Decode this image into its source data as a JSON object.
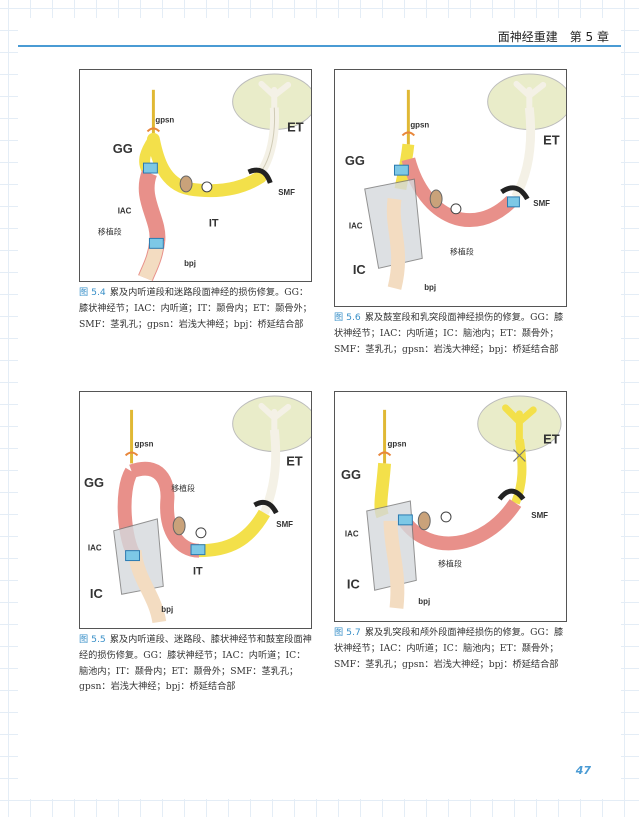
{
  "header": {
    "title": "面神经重建",
    "chapter": "第 5 章"
  },
  "page_number": "47",
  "figures": [
    {
      "id": "5.4",
      "caption_no": "图 5.4",
      "caption_text": "累及内听道段和迷路段面神经的损伤修复。GG：膝状神经节；IAC：内听道；IT：颞骨内；ET：颞骨外；SMF：茎乳孔；gpsn：岩浅大神经；bpj：桥延结合部",
      "labels": {
        "gpsn": "gpsn",
        "gg": "GG",
        "et": "ET",
        "smf": "SMF",
        "iac": "IAC",
        "graft": "移植段",
        "it": "IT",
        "bpj": "bpj"
      }
    },
    {
      "id": "5.6",
      "caption_no": "图 5.6",
      "caption_text": "累及鼓室段和乳突段面神经损伤的修复。GG：膝状神经节；IAC：内听道；IC：脑池内；ET：颞骨外；SMF：茎乳孔；gpsn：岩浅大神经；bpj：桥延结合部",
      "labels": {
        "gpsn": "gpsn",
        "gg": "GG",
        "et": "ET",
        "smf": "SMF",
        "iac": "IAC",
        "graft": "移植段",
        "ic": "IC",
        "bpj": "bpj"
      }
    },
    {
      "id": "5.5",
      "caption_no": "图 5.5",
      "caption_text": "累及内听道段、迷路段、膝状神经节和鼓室段面神经的损伤修复。GG：膝状神经节；IAC：内听道；IC：脑池内；IT：颞骨内；ET：颞骨外；SMF：茎乳孔；gpsn：岩浅大神经；bpj：桥延结合部",
      "labels": {
        "gpsn": "gpsn",
        "gg": "GG",
        "et": "ET",
        "smf": "SMF",
        "iac": "IAC",
        "graft": "移植段",
        "it": "IT",
        "ic": "IC",
        "bpj": "bpj"
      }
    },
    {
      "id": "5.7",
      "caption_no": "图 5.7",
      "caption_text": "累及乳突段和颅外段面神经损伤的修复。GG：膝状神经节；IAC：内听道；IC：脑池内；ET：颞骨外；SMF：茎乳孔；gpsn：岩浅大神经；bpj：桥延结合部",
      "labels": {
        "gpsn": "gpsn",
        "gg": "GG",
        "et": "ET",
        "smf": "SMF",
        "iac": "IAC",
        "graft": "移植段",
        "ic": "IC",
        "bpj": "bpj"
      }
    }
  ]
}
